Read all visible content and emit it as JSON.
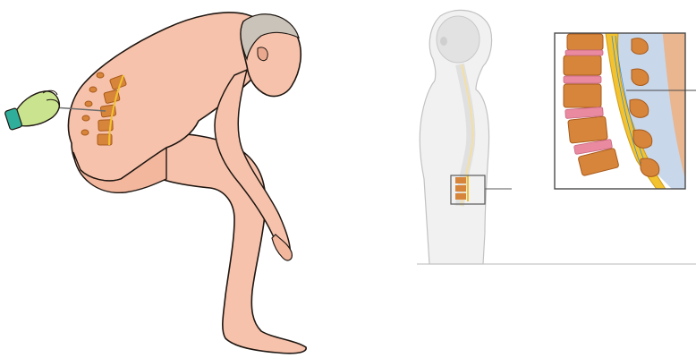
{
  "figure": {
    "panels": [
      {
        "name": "lumbar-puncture-position",
        "text": ""
      },
      {
        "name": "sagittal-spine-overview",
        "text": ""
      },
      {
        "name": "lumbar-spine-detail",
        "text": ""
      }
    ],
    "colors": {
      "skin": "#f7c2ab",
      "skin_shade": "#eaa98f",
      "outline": "#1f1712",
      "vertebra": "#d6853a",
      "vertebra_dark": "#a85a1c",
      "disc": "#e98aa0",
      "cord": "#f2c230",
      "canal": "#c9d7ea",
      "glove": "#c9e38e",
      "hair": "#c9c3b9",
      "ghost_body": "#f1f1f1"
    }
  }
}
